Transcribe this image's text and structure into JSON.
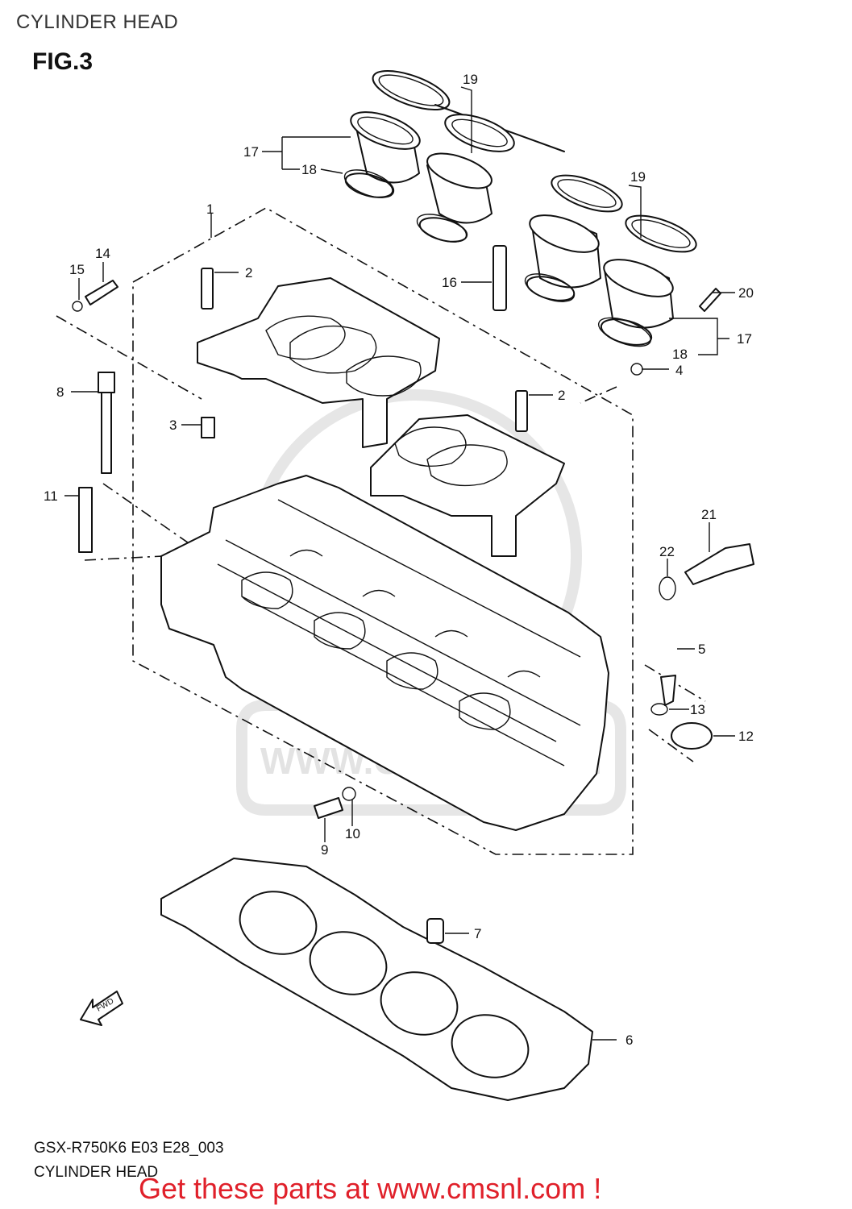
{
  "header": {
    "title": "CYLINDER HEAD"
  },
  "figure": {
    "label": "FIG.3"
  },
  "footer": {
    "model_code": "GSX-R750K6 E03 E28_003",
    "caption": "CYLINDER HEAD",
    "promo": "Get these parts at www.cmsnl.com !",
    "promo_color": "#e0202a"
  },
  "watermark": {
    "text": "WWW.CMSNL.COM"
  },
  "fwd_arrow": {
    "label": "FWD"
  },
  "callouts": [
    {
      "id": "c19a",
      "num": "19"
    },
    {
      "id": "c17a",
      "num": "17"
    },
    {
      "id": "c18a",
      "num": "18"
    },
    {
      "id": "c19b",
      "num": "19"
    },
    {
      "id": "c1",
      "num": "1"
    },
    {
      "id": "c14",
      "num": "14"
    },
    {
      "id": "c15",
      "num": "15"
    },
    {
      "id": "c2a",
      "num": "2"
    },
    {
      "id": "c16",
      "num": "16"
    },
    {
      "id": "c20",
      "num": "20"
    },
    {
      "id": "c17b",
      "num": "17"
    },
    {
      "id": "c18b",
      "num": "18"
    },
    {
      "id": "c4",
      "num": "4"
    },
    {
      "id": "c8",
      "num": "8"
    },
    {
      "id": "c2b",
      "num": "2"
    },
    {
      "id": "c3",
      "num": "3"
    },
    {
      "id": "c11",
      "num": "11"
    },
    {
      "id": "c21",
      "num": "21"
    },
    {
      "id": "c22",
      "num": "22"
    },
    {
      "id": "c5",
      "num": "5"
    },
    {
      "id": "c13",
      "num": "13"
    },
    {
      "id": "c12",
      "num": "12"
    },
    {
      "id": "c9",
      "num": "9"
    },
    {
      "id": "c10",
      "num": "10"
    },
    {
      "id": "c7",
      "num": "7"
    },
    {
      "id": "c6",
      "num": "6"
    }
  ]
}
